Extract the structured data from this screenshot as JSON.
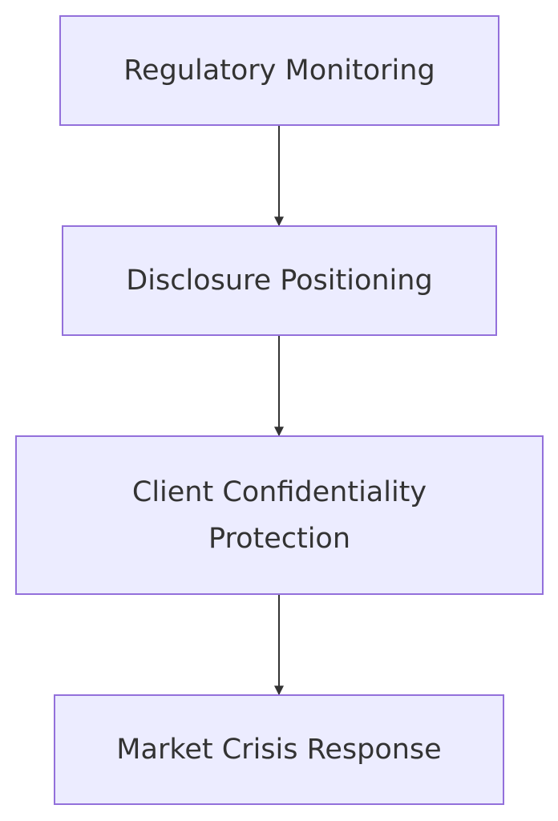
{
  "diagram": {
    "type": "flowchart",
    "direction": "top-to-bottom",
    "colors": {
      "node_fill": "#ececff",
      "node_border": "#9370db",
      "text": "#333333",
      "edge": "#333333"
    },
    "nodes": [
      {
        "id": "n1",
        "label": "Regulatory Monitoring"
      },
      {
        "id": "n2",
        "label": "Disclosure Positioning"
      },
      {
        "id": "n3",
        "label": "Client Confidentiality Protection"
      },
      {
        "id": "n4",
        "label": "Market Crisis Response"
      }
    ],
    "edges": [
      {
        "from": "n1",
        "to": "n2"
      },
      {
        "from": "n2",
        "to": "n3"
      },
      {
        "from": "n3",
        "to": "n4"
      }
    ]
  }
}
